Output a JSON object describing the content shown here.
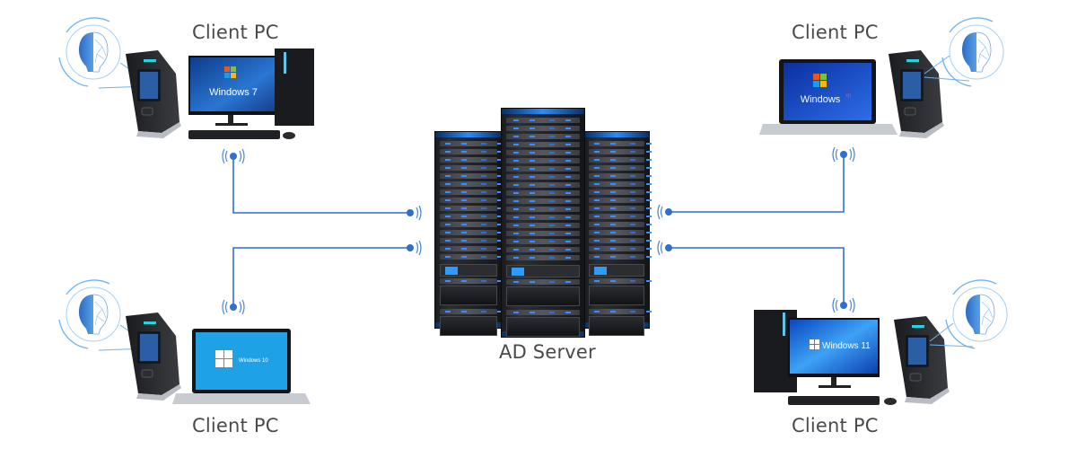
{
  "diagram": {
    "title": "AD Server network with face recognition terminals",
    "server": {
      "label": "AD Server",
      "icon": "server-rack-icon"
    },
    "clients": [
      {
        "position": "top-left",
        "label": "Client PC",
        "device": "desktop",
        "os_label": "Windows 7",
        "terminal": "face-recognition-terminal"
      },
      {
        "position": "top-right",
        "label": "Client PC",
        "device": "laptop",
        "os_label": "Windows",
        "os_suffix": "xp",
        "terminal": "face-recognition-terminal"
      },
      {
        "position": "bottom-left",
        "label": "Client PC",
        "device": "laptop",
        "os_label": "Windows 10",
        "terminal": "face-recognition-terminal"
      },
      {
        "position": "bottom-right",
        "label": "Client PC",
        "device": "desktop",
        "os_label": "Windows 11",
        "terminal": "face-recognition-terminal"
      }
    ],
    "connections": [
      {
        "from": "top-left",
        "to": "server",
        "type": "wireless"
      },
      {
        "from": "bottom-left",
        "to": "server",
        "type": "wireless"
      },
      {
        "from": "top-right",
        "to": "server",
        "type": "wireless"
      },
      {
        "from": "bottom-right",
        "to": "server",
        "type": "wireless"
      }
    ],
    "colors": {
      "line": "#2f6fd0",
      "face_blue": "#3d86d8",
      "text": "#4a4a4a",
      "win7_bg": "#1f5fb8",
      "winxp_bg": "#1d4fc0",
      "win10_bg": "#1fa1e8",
      "win11_bg": "#1d6fe0"
    }
  }
}
